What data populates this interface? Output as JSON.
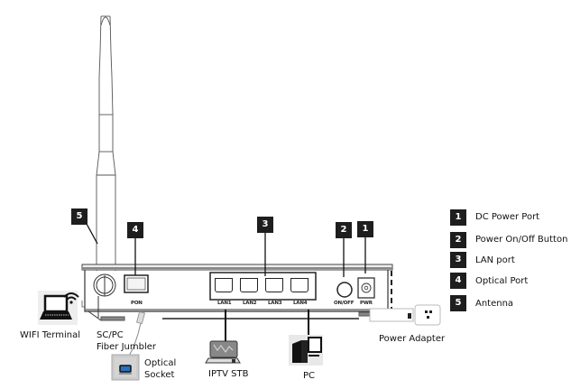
{
  "router": {
    "port_labels": {
      "pon": "PON",
      "lan1": "LAN1",
      "lan2": "LAN2",
      "lan3": "LAN3",
      "lan4": "LAN4",
      "onoff": "ON/OFF",
      "pwr": "PWR"
    }
  },
  "callouts": [
    "1",
    "2",
    "3",
    "4",
    "5"
  ],
  "legend": [
    {
      "num": "1",
      "label": "DC Power Port"
    },
    {
      "num": "2",
      "label": "Power On/Off Button"
    },
    {
      "num": "3",
      "label": "LAN port"
    },
    {
      "num": "4",
      "label": "Optical Port"
    },
    {
      "num": "5",
      "label": "Antenna"
    }
  ],
  "devices": {
    "wifi_terminal": "WIFI Terminal",
    "fiber_jumper_line1": "SC/PC",
    "fiber_jumper_line2": "Fiber Jumbler",
    "optical_socket_line1": "Optical",
    "optical_socket_line2": "Socket",
    "iptv_stb": "IPTV STB",
    "pc": "PC",
    "power_adapter": "Power Adapter"
  }
}
